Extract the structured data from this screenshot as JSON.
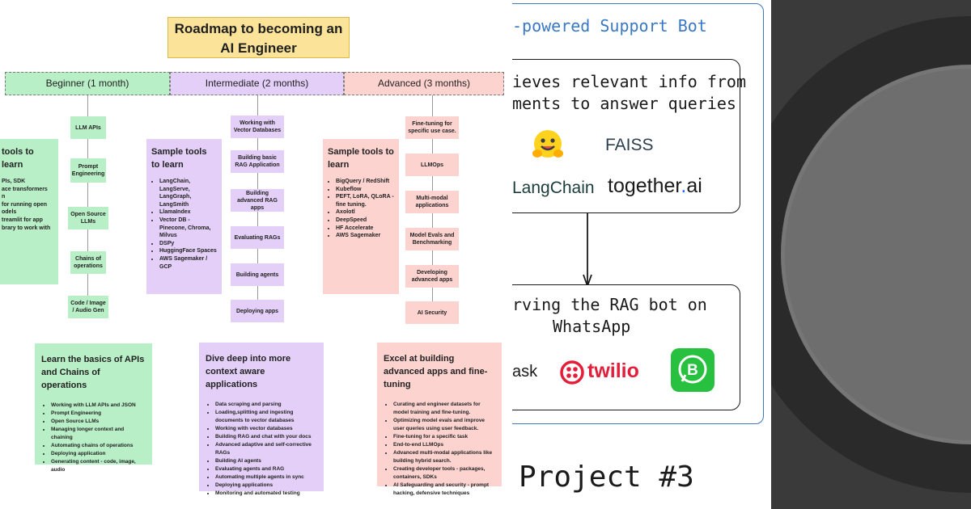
{
  "roadmap": {
    "title_line1": "Roadmap to becoming an",
    "title_line2": "AI Engineer",
    "stages": [
      "Beginner (1 month)",
      "Intermediate (2 months)",
      "Advanced (3 months)"
    ],
    "beginner_nodes": [
      "LLM APIs",
      "Prompt Engineering",
      "Open Source LLMs",
      "Chains of operations",
      "Code / Image / Audio Gen"
    ],
    "intermediate_nodes": [
      "Working with Vector Databases",
      "Building basic RAG Application",
      "Building advanced RAG apps",
      "Evaluating RAGs",
      "Building agents",
      "Deploying apps"
    ],
    "advanced_nodes": [
      "Fine-tuning for specific use case.",
      "LLMOps",
      "Multi-modal applications",
      "Model Evals and Benchmarking",
      "Developing advanced apps",
      "AI Security"
    ],
    "beginner_tools": {
      "heading": "tools to learn",
      "items": [
        "PIs, SDK",
        "ace transformers",
        "n",
        "for running open",
        "odels",
        "treamlit for app",
        "brary to work with"
      ]
    },
    "intermediate_tools": {
      "heading": "Sample tools to learn",
      "items": [
        "LangChain, LangServe, LangGraph, LangSmith",
        "LlamaIndex",
        "Vector DB - Pinecone, Chroma, Milvus",
        "DSPy",
        "HuggingFace Spaces",
        "AWS Sagemaker / GCP"
      ]
    },
    "advanced_tools": {
      "heading": "Sample tools to learn",
      "items": [
        "BigQuery / RedShift",
        "Kubeflow",
        "PEFT, LoRA, QLoRA - fine tuning.",
        "Axolotl",
        "DeepSpeed",
        "HF Accelerate",
        "AWS Sagemaker"
      ]
    },
    "beginner_summary": {
      "heading": "Learn the basics of APIs and Chains of operations",
      "items": [
        "Working with LLM APIs and JSON",
        "Prompt Engineering",
        "Open Source LLMs",
        "Managing longer context and chaining",
        "Automating chains of operations",
        "Deploying application",
        "Generating content - code, image, audio"
      ]
    },
    "intermediate_summary": {
      "heading": "Dive deep into more context aware applications",
      "items": [
        "Data scraping and parsing",
        "Loading,splitting and ingesting documents to vector databases",
        "Working with vector databases",
        "Building RAG and chat with your docs",
        "Advanced adaptive and self-corrective RAGs",
        "Building AI agents",
        "Evaluating agents and RAG",
        "Automating multiple agents in sync",
        "Deploying applications",
        "Monitoring and automated testing"
      ]
    },
    "advanced_summary": {
      "heading": "Excel at building advanced apps and fine-tuning",
      "items": [
        "Curating and engineer datasets for model training and fine-tuning.",
        "Optimizing model evals and improve user queries using user feedback.",
        "Fine-tuning for a specific task",
        "End-to-end LLMOps",
        "Advanced multi-modal applications like building hybrid search.",
        "Creating developer tools - packages, containers, SDKs",
        "AI Safeguarding and security - prompt hacking, defensive techniques"
      ]
    }
  },
  "project": {
    "header": "-powered Support Bot",
    "box1_line1": "ieves relevant info from",
    "box1_line2": "ments to answer queries",
    "faiss": "FAISS",
    "langchain": "LangChain",
    "together_a": "together",
    "together_dot": ".",
    "together_b": "ai",
    "box2_line1": "rving the RAG bot on",
    "box2_line2": "WhatsApp",
    "flask": "ask",
    "twilio": "twilio",
    "project_label": "Project #3"
  },
  "colors": {
    "beginner": "#b9efc7",
    "intermediate": "#e3cff7",
    "advanced": "#fdd3d0",
    "title": "#fbe49a",
    "frame_blue": "#3b78c2",
    "twilio_red": "#e31e3a",
    "whatsapp_green": "#27c03f"
  }
}
